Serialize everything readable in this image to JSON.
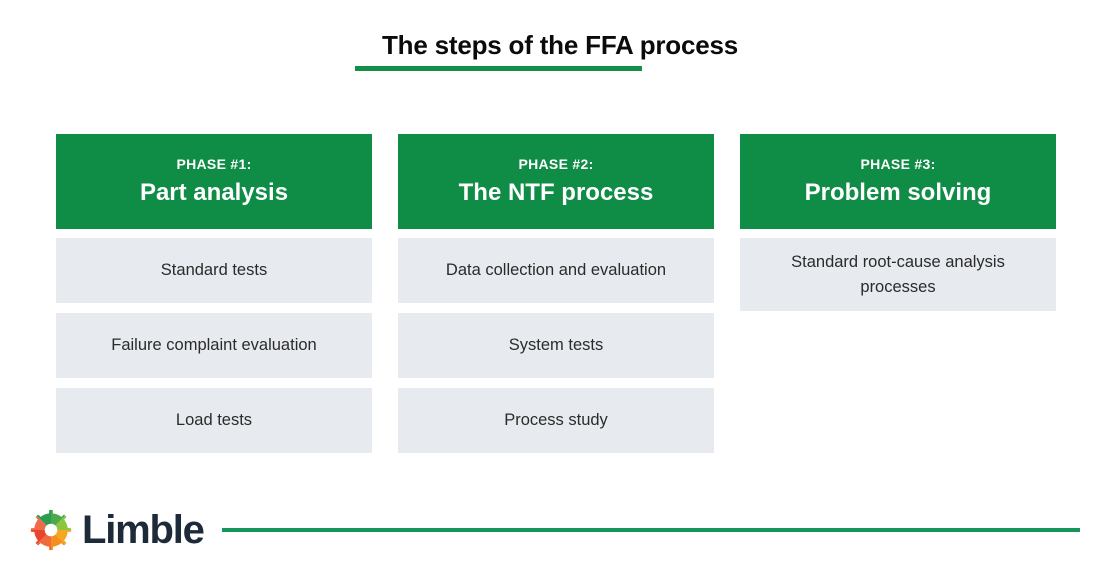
{
  "header": {
    "title": "The steps of the FFA process",
    "underline_color": "#12904A"
  },
  "theme": {
    "header_green": "#0F8C46",
    "step_gray": "#E7EAEF",
    "rule_green": "#18955A",
    "wordmark_navy": "#1C2A3A"
  },
  "columns": [
    {
      "eyebrow": "PHASE #1:",
      "title": "Part analysis",
      "steps": [
        "Standard tests",
        "Failure complaint evaluation",
        "Load tests"
      ]
    },
    {
      "eyebrow": "PHASE #2:",
      "title": "The NTF process",
      "steps": [
        "Data collection and evaluation",
        "System tests",
        "Process study"
      ]
    },
    {
      "eyebrow": "PHASE #3:",
      "title": "Problem solving",
      "steps": [
        "Standard root-cause analysis processes"
      ]
    }
  ],
  "footer": {
    "brand_name": "Limble",
    "logo_colors": {
      "green_dark": "#3EA64B",
      "green_light": "#8CC63F",
      "orange": "#F5901E",
      "orange_light": "#F6A623",
      "red": "#E8452C",
      "red_light": "#F0664A"
    }
  }
}
